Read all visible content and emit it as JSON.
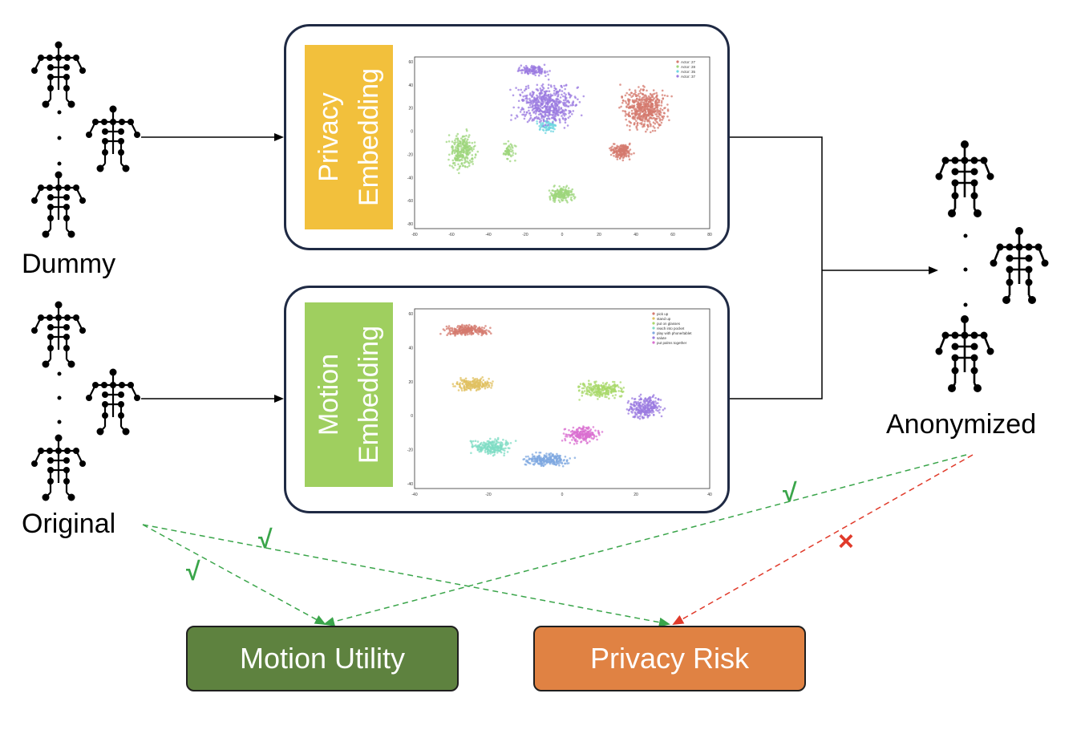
{
  "labels": {
    "dummy": "Dummy",
    "original": "Original",
    "anonymized": "Anonymized"
  },
  "panels": {
    "privacy": {
      "line1": "Privacy",
      "line2": "Embedding",
      "color": "#f2c03c"
    },
    "motion": {
      "line1": "Motion",
      "line2": "Embedding",
      "color": "#9fcf5f"
    }
  },
  "outputs": {
    "utility": {
      "label": "Motion Utility",
      "color": "#5e823f"
    },
    "risk": {
      "label": "Privacy Risk",
      "color": "#e08243"
    }
  },
  "marks": {
    "check": "√",
    "cross": "×",
    "check_color": "#3aa54a",
    "cross_color": "#e03a2a"
  },
  "scatter_privacy": {
    "legend": [
      "Actor: 27",
      "Actor: 28",
      "Actor: 35",
      "Actor: 37"
    ],
    "legend_colors": [
      "#d4796e",
      "#9ed67c",
      "#6fd6e0",
      "#9b7be0"
    ],
    "x_ticks": [
      "-80",
      "-60",
      "-40",
      "-20",
      "0",
      "20",
      "40",
      "60",
      "80"
    ],
    "y_ticks": [
      "60",
      "40",
      "20",
      "0",
      "-20",
      "-40",
      "-60",
      "-80"
    ]
  },
  "scatter_motion": {
    "legend": [
      "pick up",
      "stand up",
      "put on glasses",
      "reach into pocket",
      "play with phone/tablet",
      "salute",
      "put palms together"
    ],
    "legend_colors": [
      "#d4796e",
      "#e0c060",
      "#a8d86a",
      "#7fdcc4",
      "#7fa8e0",
      "#9b7be0",
      "#d96fd0"
    ],
    "x_ticks": [
      "-40",
      "-20",
      "0",
      "20",
      "40"
    ],
    "y_ticks": [
      "60",
      "40",
      "20",
      "0",
      "-20",
      "-40"
    ]
  }
}
